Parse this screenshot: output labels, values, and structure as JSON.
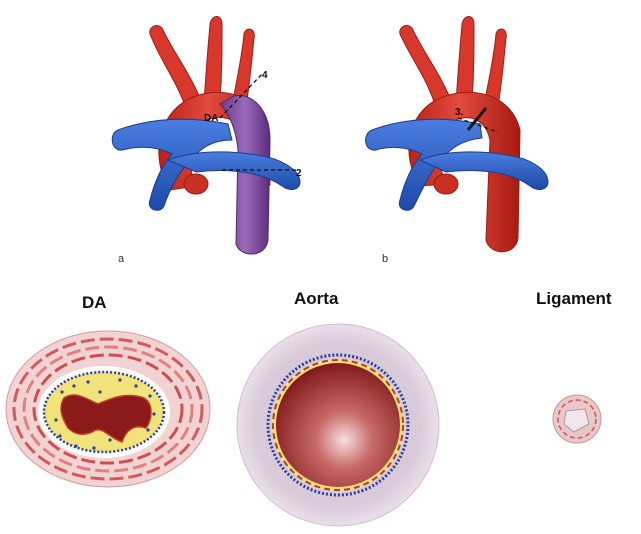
{
  "panels": {
    "a": {
      "letter": "a",
      "label_da": "DA",
      "marker_top": "4",
      "marker_bottom": "2"
    },
    "b": {
      "letter": "b",
      "marker": "3."
    }
  },
  "sections": {
    "da": {
      "title": "DA"
    },
    "aorta": {
      "title": "Aorta"
    },
    "ligament": {
      "title": "Ligament"
    }
  },
  "colors": {
    "artery_red": "#d8382c",
    "vein_blue": "#2f62c7",
    "duct_purple": "#8b56a8",
    "lumen_dark": "#8b1a1a",
    "intima_yellow": "#f2e27a",
    "elastic_blue": "#2a3f9a",
    "adventitia_pink": "#e9c8c8"
  }
}
